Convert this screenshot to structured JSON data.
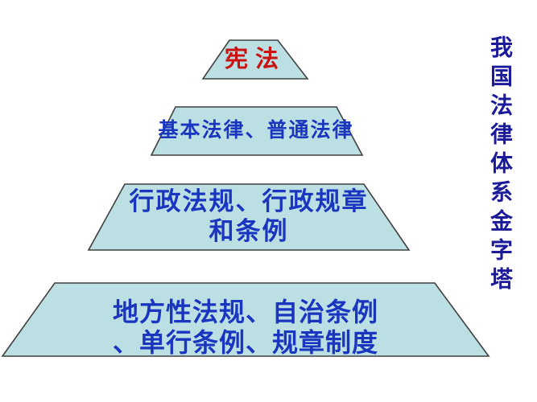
{
  "slide": {
    "background_color": "#ffffff"
  },
  "title": {
    "text": "我国法律体系金字塔",
    "color": "#1a1a9a",
    "orientation": "vertical"
  },
  "pyramid": {
    "fill_color": "#bbdfe2",
    "border_color": "#404040",
    "label_color": "#1a35c0",
    "levels": [
      {
        "name": "constitution",
        "lines": [
          "宪法"
        ],
        "text_color": "#cc1111"
      },
      {
        "name": "basic-and-ordinary-laws",
        "lines": [
          "基本法律、普通法律"
        ],
        "text_color": "#1a35c0"
      },
      {
        "name": "administrative-regulations-and-rules",
        "lines": [
          "行政法规、行政规章",
          "和条例"
        ],
        "text_color": "#1a35c0"
      },
      {
        "name": "local-regulations-and-ordinances",
        "lines": [
          "地方性法规、自治条例",
          "、单行条例、规章制度"
        ],
        "text_color": "#1a35c0"
      }
    ]
  }
}
